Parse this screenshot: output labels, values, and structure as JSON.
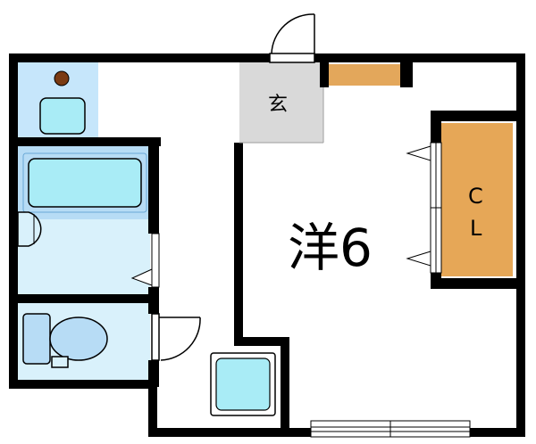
{
  "floor_plan": {
    "rooms": {
      "entrance_label": "玄",
      "main_room_label": "洋6",
      "closet_label_line1": "C",
      "closet_label_line2": "L"
    },
    "colors": {
      "wall": "#000000",
      "wet_area_light": "#d9f1fb",
      "bath_blue": "#b7dcf5",
      "fixture_cyan": "#a9ecf6",
      "entrance_gray": "#d9d9d9",
      "closet_orange": "#e6a757",
      "shelf_orange": "#e3a75b",
      "knob_brown": "#7a3a12",
      "window_gray": "#cfd8dc"
    }
  }
}
